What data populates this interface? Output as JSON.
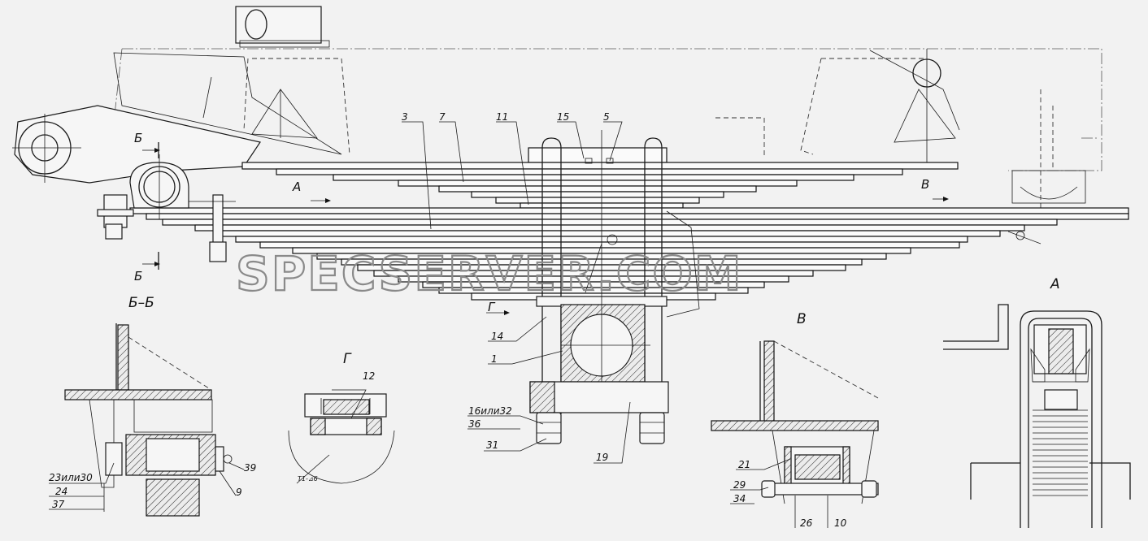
{
  "watermark": "SPECSERVER.COM",
  "section_labels": {
    "bb": "Б–Б",
    "g": "Г",
    "v": "В",
    "a": "А",
    "cut_b_top": "Б",
    "cut_b_bottom": "Б",
    "arrow_a": "А",
    "arrow_v": "В",
    "arrow_g": "Г"
  },
  "callouts": {
    "p3": "3",
    "p7": "7",
    "p11": "11",
    "p15": "15",
    "p5": "5",
    "p14": "14",
    "p1": "1",
    "p16_32": "16или32",
    "p36": "36",
    "p31": "31",
    "p19": "19",
    "p12": "12",
    "p39": "39",
    "p9": "9",
    "p23_30": "23или30",
    "p24": "24",
    "p37": "37",
    "p21": "21",
    "p29": "29",
    "p34": "34",
    "p26": "26",
    "p10": "10",
    "weld": "Т1-⊿6"
  }
}
